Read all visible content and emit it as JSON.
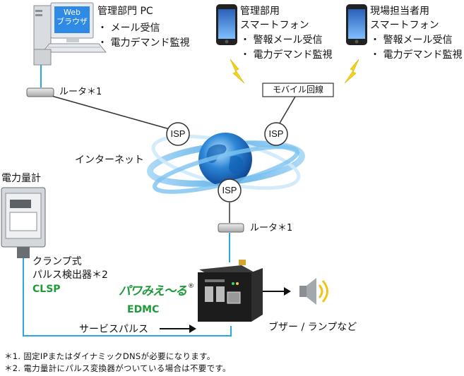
{
  "pc": {
    "title": "管理部門 PC",
    "items": [
      "・ メール受信",
      "・ 電力デマンド監視"
    ],
    "screen_line1": "Web",
    "screen_line2": "ブラウザ"
  },
  "phone_admin": {
    "title_line1": "管理部用",
    "title_line2": "スマートフォン",
    "items": [
      "・ 警報メール受信",
      "・ 電力デマンド監視"
    ]
  },
  "phone_site": {
    "title_line1": "現場担当者用",
    "title_line2": "スマートフォン",
    "items": [
      "・ 警報メール受信",
      "・ 電力デマンド監視"
    ]
  },
  "mobile_line": "モバイル回線",
  "router_top": "ルータ＊1",
  "router_bottom": "ルータ＊1",
  "internet": "インターネット",
  "isp": "ISP",
  "meter": "電力量計",
  "clamp": {
    "line1": "クランプ式",
    "line2": "パルス検出器＊2",
    "model": "CLSP"
  },
  "device": {
    "brand": "パワみえ〜る",
    "model": "EDMC"
  },
  "pulse": "サービスパルス",
  "buzzer": "ブザー / ランプなど",
  "notes": [
    "＊1. 固定IPまたはダイナミックDNSが必要になります。",
    "＊2. 電力量計にパルス変換器がついている場合は不要です。"
  ],
  "colors": {
    "link_blue": "#29a8df",
    "line_dark": "#333333",
    "brand_green": "#1e9a3a",
    "lightning": "#f2d21c"
  }
}
